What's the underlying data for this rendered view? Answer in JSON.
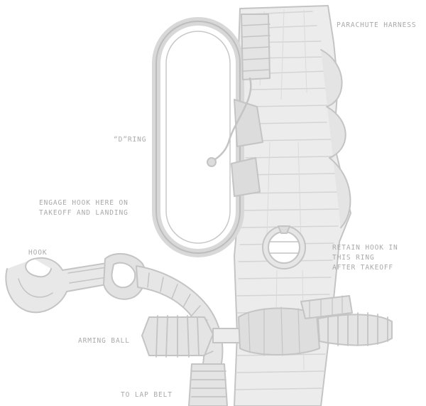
{
  "labels": {
    "parachute_harness": "PARACHUTE HARNESS",
    "d_ring": "“D”RING",
    "engage_hook_line1": "ENGAGE HOOK HERE ON",
    "engage_hook_line2": "TAKEOFF AND LANDING",
    "hook": "HOOK",
    "retain_hook_line1": "RETAIN HOOK IN",
    "retain_hook_line2": "THIS RING",
    "retain_hook_line3": "AFTER TAKEOFF",
    "arming_ball": "ARMING BALL",
    "to_lap_belt": "TO LAP BELT"
  },
  "colors": {
    "ink": "#c4c4c4",
    "ink_dark": "#a9a9a9",
    "fill": "#ececec",
    "fill_dark": "#dcdcdc",
    "paper": "#ffffff"
  }
}
